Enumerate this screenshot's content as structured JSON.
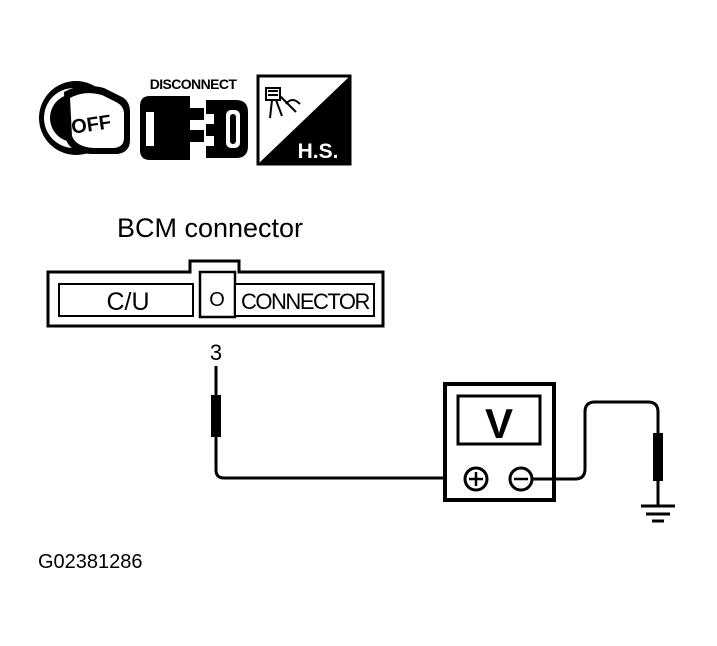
{
  "icons": {
    "ignition": {
      "label": "OFF",
      "icon": "ignition-key-off-icon"
    },
    "disconnect": {
      "label": "DISCONNECT",
      "icon": "connector-disconnect-icon"
    },
    "harness": {
      "label": "H.S.",
      "icon": "harness-side-icon"
    }
  },
  "connector": {
    "title": "BCM connector",
    "left_label": "C/U",
    "center_label": "O",
    "right_label": "CONNECTOR",
    "terminal": "3"
  },
  "meter": {
    "label": "V",
    "plus": "+",
    "minus": "−"
  },
  "figure_id": "G02381286",
  "colors": {
    "ink": "#000000",
    "background": "#ffffff"
  }
}
